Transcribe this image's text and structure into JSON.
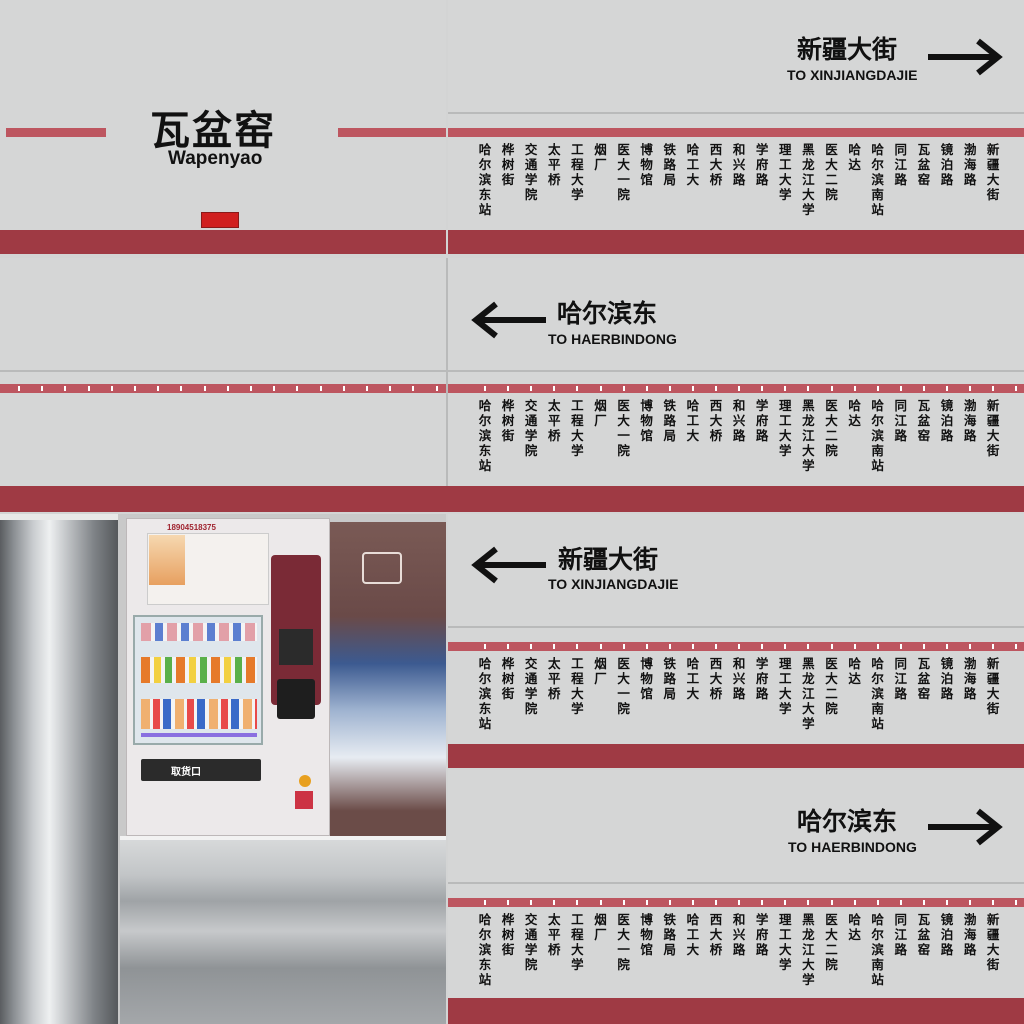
{
  "station_title": {
    "cn": "瓦盆窑",
    "en": "Wapenyao"
  },
  "directions": [
    {
      "cn": "新疆大街",
      "en": "TO XINJIANGDAJIE",
      "arrow": "right"
    },
    {
      "cn": "哈尔滨东",
      "en": "TO HAERBINDONG",
      "arrow": "left"
    },
    {
      "cn": "新疆大街",
      "en": "TO XINJIANGDAJIE",
      "arrow": "left"
    },
    {
      "cn": "哈尔滨东",
      "en": "TO HAERBINDONG",
      "arrow": "right"
    }
  ],
  "stations": [
    "哈尔滨东站",
    "桦树街",
    "交通学院",
    "太平桥",
    "工程大学",
    "烟厂",
    "医大一院",
    "博物馆",
    "铁路局",
    "哈工大",
    "西大桥",
    "和兴路",
    "学府路",
    "理工大学",
    "黑龙江大学",
    "医大二院",
    "哈达",
    "哈尔滨南站",
    "同江路",
    "瓦盆窑",
    "镜泊路",
    "渤海路",
    "新疆大街"
  ],
  "vending_machine": {
    "phone": "18904518375",
    "pickup_label": "取货口"
  },
  "colors": {
    "wall": "#d5d6d6",
    "maroon": "#9f3a44",
    "line_red": "#bd5660",
    "indicator": "#d02020"
  }
}
